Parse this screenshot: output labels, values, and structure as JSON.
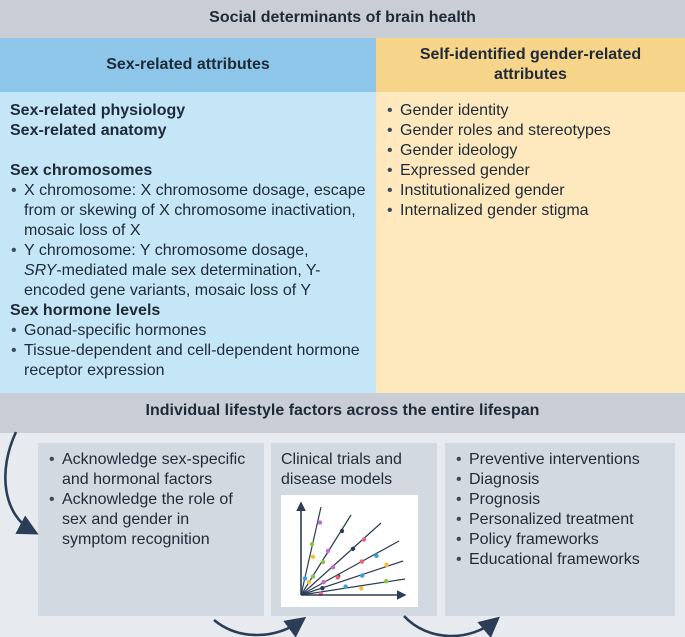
{
  "top_band": "Social determinants of brain health",
  "left_column": {
    "title": "Sex-related attributes",
    "sections": [
      {
        "heading": "Sex-related physiology"
      },
      {
        "heading": "Sex-related anatomy"
      },
      {
        "heading": "Sex chromosomes"
      },
      {
        "heading": "Sex hormone levels"
      }
    ],
    "chromosome_items": [
      "X chromosome: X chromosome dosage, escape from or skewing of X chromosome inactivation, mosaic loss of X",
      "SRY",
      "-mediated male sex determination,",
      "Y chromosome: Y chromosome dosage,",
      "Y-encoded gene variants, mosaic loss of Y"
    ],
    "hormone_items": [
      "Gonad-specific hormones",
      "Tissue-dependent and cell-dependent hormone receptor expression"
    ]
  },
  "right_column": {
    "title": "Self-identified gender-related attributes",
    "items": [
      "Gender identity",
      "Gender roles and stereotypes",
      "Gender ideology",
      "Expressed gender",
      "Institutionalized gender",
      "Internalized gender stigma"
    ]
  },
  "middle_band": "Individual lifestyle factors across the entire lifespan",
  "box_left": {
    "items": [
      "Acknowledge sex-specific and hormonal factors",
      "Acknowledge the role of sex and gender in symptom recognition"
    ]
  },
  "box_mid": {
    "title": "Clinical trials and disease models"
  },
  "box_right": {
    "items": [
      "Preventive interventions",
      "Diagnosis",
      "Prognosis",
      "Personalized treatment",
      "Policy frameworks",
      "Educational frameworks"
    ]
  },
  "colors": {
    "band": "#c9ced6",
    "sex_header": "#8dc6e8",
    "sex_body": "#c4e6f7",
    "gender_header": "#f6d48a",
    "gender_body": "#fde9bd",
    "arrow": "#2b3d57",
    "plot_series": [
      "#e8627a",
      "#3aa0d8",
      "#f2c230",
      "#8bc34a",
      "#c56bd0",
      "#2b3d57"
    ]
  },
  "icons": [
    "curved-arrow-icon",
    "scatter-plot-icon"
  ]
}
